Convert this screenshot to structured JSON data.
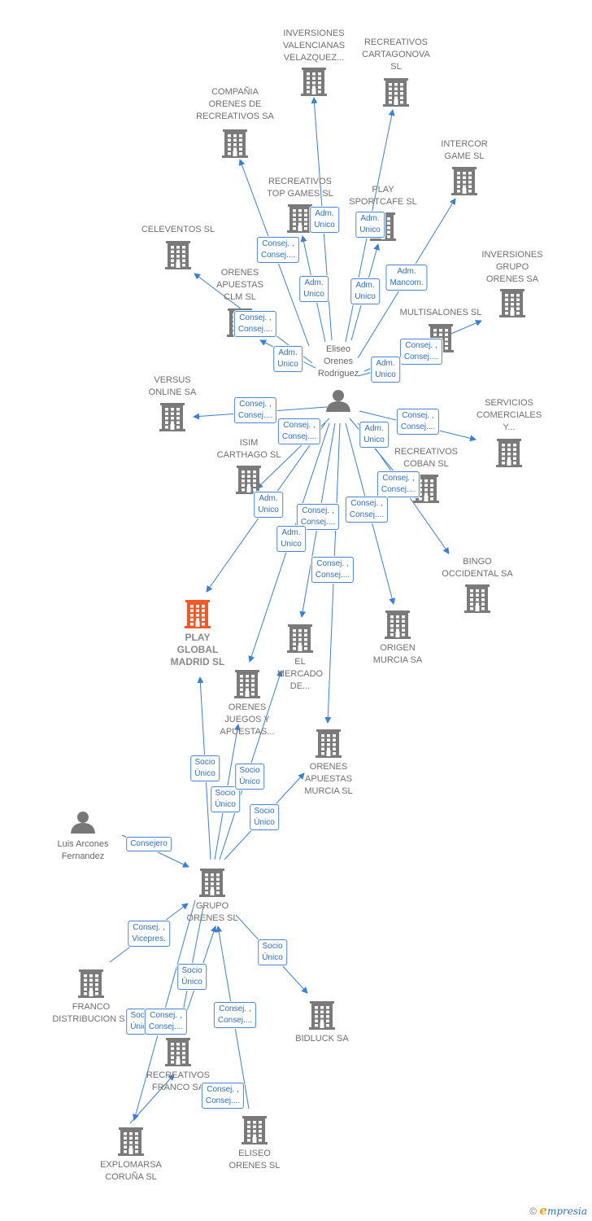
{
  "colors": {
    "edge": "#3b7fd4",
    "building": "#7a7a7a",
    "focus_building": "#f05a2a",
    "person": "#777777"
  },
  "nodes": [
    {
      "id": "inv_valencianas",
      "kind": "building",
      "lines": [
        "INVERSIONES",
        "VALENCIANAS",
        "VELAZQUEZ..."
      ]
    },
    {
      "id": "rec_cartagonova",
      "kind": "building",
      "lines": [
        "RECREATIVOS",
        "CARTAGONOVA",
        "SL"
      ]
    },
    {
      "id": "compania_orenes",
      "kind": "building",
      "lines": [
        "COMPAÑIA",
        "ORENES DE",
        "RECREATIVOS SA"
      ]
    },
    {
      "id": "intercor",
      "kind": "building",
      "lines": [
        "INTERCOR",
        "GAME SL"
      ]
    },
    {
      "id": "rec_topgames",
      "kind": "building",
      "lines": [
        "RECREATIVOS",
        "TOP GAMES SL"
      ]
    },
    {
      "id": "play_sportcafe",
      "kind": "building",
      "lines": [
        "PLAY",
        "SPORTCAFE  SL"
      ]
    },
    {
      "id": "celeventos",
      "kind": "building",
      "lines": [
        "CELEVENTOS SL"
      ]
    },
    {
      "id": "inv_grupo_orenes",
      "kind": "building",
      "lines": [
        "INVERSIONES",
        "GRUPO",
        "ORENES SA"
      ]
    },
    {
      "id": "orenes_apuestas_clm",
      "kind": "building",
      "lines": [
        "ORENES",
        "APUESTAS",
        "CLM  SL"
      ]
    },
    {
      "id": "multisalones",
      "kind": "building",
      "lines": [
        "MULTISALONES SL"
      ]
    },
    {
      "id": "eliseo_orenes_rodriguez",
      "kind": "person",
      "lines": [
        "Eliseo",
        "Orenes",
        "Rodriguez"
      ]
    },
    {
      "id": "versus_online",
      "kind": "building",
      "lines": [
        "VERSUS",
        "ONLINE SA"
      ]
    },
    {
      "id": "servicios_comerciales",
      "kind": "building",
      "lines": [
        "SERVICIOS",
        "COMERCIALES",
        "Y..."
      ]
    },
    {
      "id": "isim_carthago",
      "kind": "building",
      "lines": [
        "ISIM",
        "CARTHAGO SL"
      ]
    },
    {
      "id": "rec_coban",
      "kind": "building",
      "lines": [
        "RECREATIVOS",
        "COBAN SL"
      ]
    },
    {
      "id": "bingo_occidental",
      "kind": "building",
      "lines": [
        "BINGO",
        "OCCIDENTAL SA"
      ]
    },
    {
      "id": "play_global_madrid",
      "kind": "focus",
      "lines": [
        "PLAY",
        "GLOBAL",
        "MADRID  SL"
      ]
    },
    {
      "id": "el_mercado",
      "kind": "building",
      "lines": [
        "EL",
        "MERCADO",
        "DE..."
      ]
    },
    {
      "id": "origen_murcia",
      "kind": "building",
      "lines": [
        "ORIGEN",
        "MURCIA SA"
      ]
    },
    {
      "id": "orenes_juegos",
      "kind": "building",
      "lines": [
        "ORENES",
        "JUEGOS Y",
        "APUESTAS..."
      ]
    },
    {
      "id": "orenes_apuestas_murcia",
      "kind": "building",
      "lines": [
        "ORENES",
        "APUESTAS",
        "MURCIA SL"
      ]
    },
    {
      "id": "luis_arcones",
      "kind": "person",
      "lines": [
        "Luis Arcones",
        "Fernandez"
      ]
    },
    {
      "id": "grupo_orenes",
      "kind": "building",
      "lines": [
        "GRUPO",
        "ORENES SL"
      ]
    },
    {
      "id": "franco_distribucion",
      "kind": "building",
      "lines": [
        "FRANCO",
        "DISTRIBUCION SL"
      ]
    },
    {
      "id": "bidluck",
      "kind": "building",
      "lines": [
        "BIDLUCK SA"
      ]
    },
    {
      "id": "rec_franco",
      "kind": "building",
      "lines": [
        "RECREATIVOS",
        "FRANCO SA"
      ]
    },
    {
      "id": "explomarsa",
      "kind": "building",
      "lines": [
        "EXPLOMARSA",
        "CORUÑA SL"
      ]
    },
    {
      "id": "eliseo_orenes_sl",
      "kind": "building",
      "lines": [
        "ELISEO",
        "ORENES SL"
      ]
    }
  ],
  "edges": [
    {
      "from": "eliseo_orenes_rodriguez",
      "to": "inv_valencianas",
      "lines": [
        "Adm.",
        "Unico"
      ]
    },
    {
      "from": "eliseo_orenes_rodriguez",
      "to": "rec_cartagonova",
      "lines": [
        "Adm.",
        "Unico"
      ]
    },
    {
      "from": "eliseo_orenes_rodriguez",
      "to": "compania_orenes",
      "lines": [
        "Consej. ,",
        "Consej...."
      ]
    },
    {
      "from": "eliseo_orenes_rodriguez",
      "to": "intercor",
      "lines": [
        "Adm.",
        "Mancom."
      ]
    },
    {
      "from": "eliseo_orenes_rodriguez",
      "to": "rec_topgames",
      "lines": [
        "Adm.",
        "Unico"
      ]
    },
    {
      "from": "eliseo_orenes_rodriguez",
      "to": "play_sportcafe",
      "lines": [
        "Adm.",
        "Unico"
      ]
    },
    {
      "from": "eliseo_orenes_rodriguez",
      "to": "celeventos",
      "lines": [
        "Consej. ,",
        "Consej...."
      ]
    },
    {
      "from": "eliseo_orenes_rodriguez",
      "to": "inv_grupo_orenes",
      "lines": [
        "Consej. ,",
        "Consej...."
      ]
    },
    {
      "from": "eliseo_orenes_rodriguez",
      "to": "orenes_apuestas_clm",
      "lines": [
        "Adm.",
        "Unico"
      ]
    },
    {
      "from": "eliseo_orenes_rodriguez",
      "to": "multisalones",
      "lines": [
        "Adm.",
        "Unico"
      ]
    },
    {
      "from": "eliseo_orenes_rodriguez",
      "to": "versus_online",
      "lines": [
        "Consej. ,",
        "Consej...."
      ]
    },
    {
      "from": "eliseo_orenes_rodriguez",
      "to": "servicios_comerciales",
      "lines": [
        "Consej. ,",
        "Consej...."
      ]
    },
    {
      "from": "eliseo_orenes_rodriguez",
      "to": "isim_carthago",
      "lines": [
        "Consej. ,",
        "Consej...."
      ]
    },
    {
      "from": "eliseo_orenes_rodriguez",
      "to": "rec_coban",
      "lines": [
        "Adm.",
        "Unico"
      ]
    },
    {
      "from": "eliseo_orenes_rodriguez",
      "to": "bingo_occidental",
      "lines": [
        "Consej. ,",
        "Consej...."
      ]
    },
    {
      "from": "eliseo_orenes_rodriguez",
      "to": "play_global_madrid",
      "lines": [
        "Adm.",
        "Unico"
      ]
    },
    {
      "from": "eliseo_orenes_rodriguez",
      "to": "el_mercado",
      "lines": [
        "Consej. ,",
        "Consej...."
      ]
    },
    {
      "from": "eliseo_orenes_rodriguez",
      "to": "origen_murcia",
      "lines": [
        "Consej. ,",
        "Consej...."
      ]
    },
    {
      "from": "eliseo_orenes_rodriguez",
      "to": "orenes_juegos",
      "lines": [
        "Adm.",
        "Unico"
      ]
    },
    {
      "from": "eliseo_orenes_rodriguez",
      "to": "orenes_apuestas_murcia",
      "lines": [
        "Consej. ,",
        "Consej...."
      ]
    },
    {
      "from": "grupo_orenes",
      "to": "play_global_madrid",
      "lines": [
        "Socio",
        "Único"
      ]
    },
    {
      "from": "grupo_orenes",
      "to": "orenes_juegos",
      "lines": [
        "Socio",
        "Único"
      ]
    },
    {
      "from": "grupo_orenes",
      "to": "el_mercado",
      "lines": [
        "Socio",
        "Único"
      ]
    },
    {
      "from": "grupo_orenes",
      "to": "orenes_apuestas_murcia",
      "lines": [
        "Socio",
        "Único"
      ]
    },
    {
      "from": "luis_arcones",
      "to": "grupo_orenes",
      "lines": [
        "Consejero"
      ]
    },
    {
      "from": "franco_distribucion",
      "to": "grupo_orenes",
      "lines": [
        "Consej. ,",
        "Vicepres."
      ]
    },
    {
      "from": "grupo_orenes",
      "to": "bidluck",
      "lines": [
        "Socio",
        "Único"
      ]
    },
    {
      "from": "grupo_orenes",
      "to": "rec_franco",
      "lines": [
        "Socio",
        "Único"
      ]
    },
    {
      "from": "grupo_orenes",
      "to": "explomarsa",
      "lines": [
        "Socio",
        "Único"
      ]
    },
    {
      "from": "rec_franco",
      "to": "grupo_orenes",
      "lines": [
        "Consej. ,",
        "Consej...."
      ]
    },
    {
      "from": "eliseo_orenes_sl",
      "to": "grupo_orenes",
      "lines": [
        "Consej. ,",
        "Consej...."
      ]
    },
    {
      "from": "explomarsa",
      "to": "rec_franco",
      "lines": [
        "Consej. ,",
        "Consej...."
      ]
    }
  ],
  "footer": {
    "copyright_symbol": "©",
    "brand_initial": "e",
    "brand_rest": "mpresia"
  }
}
